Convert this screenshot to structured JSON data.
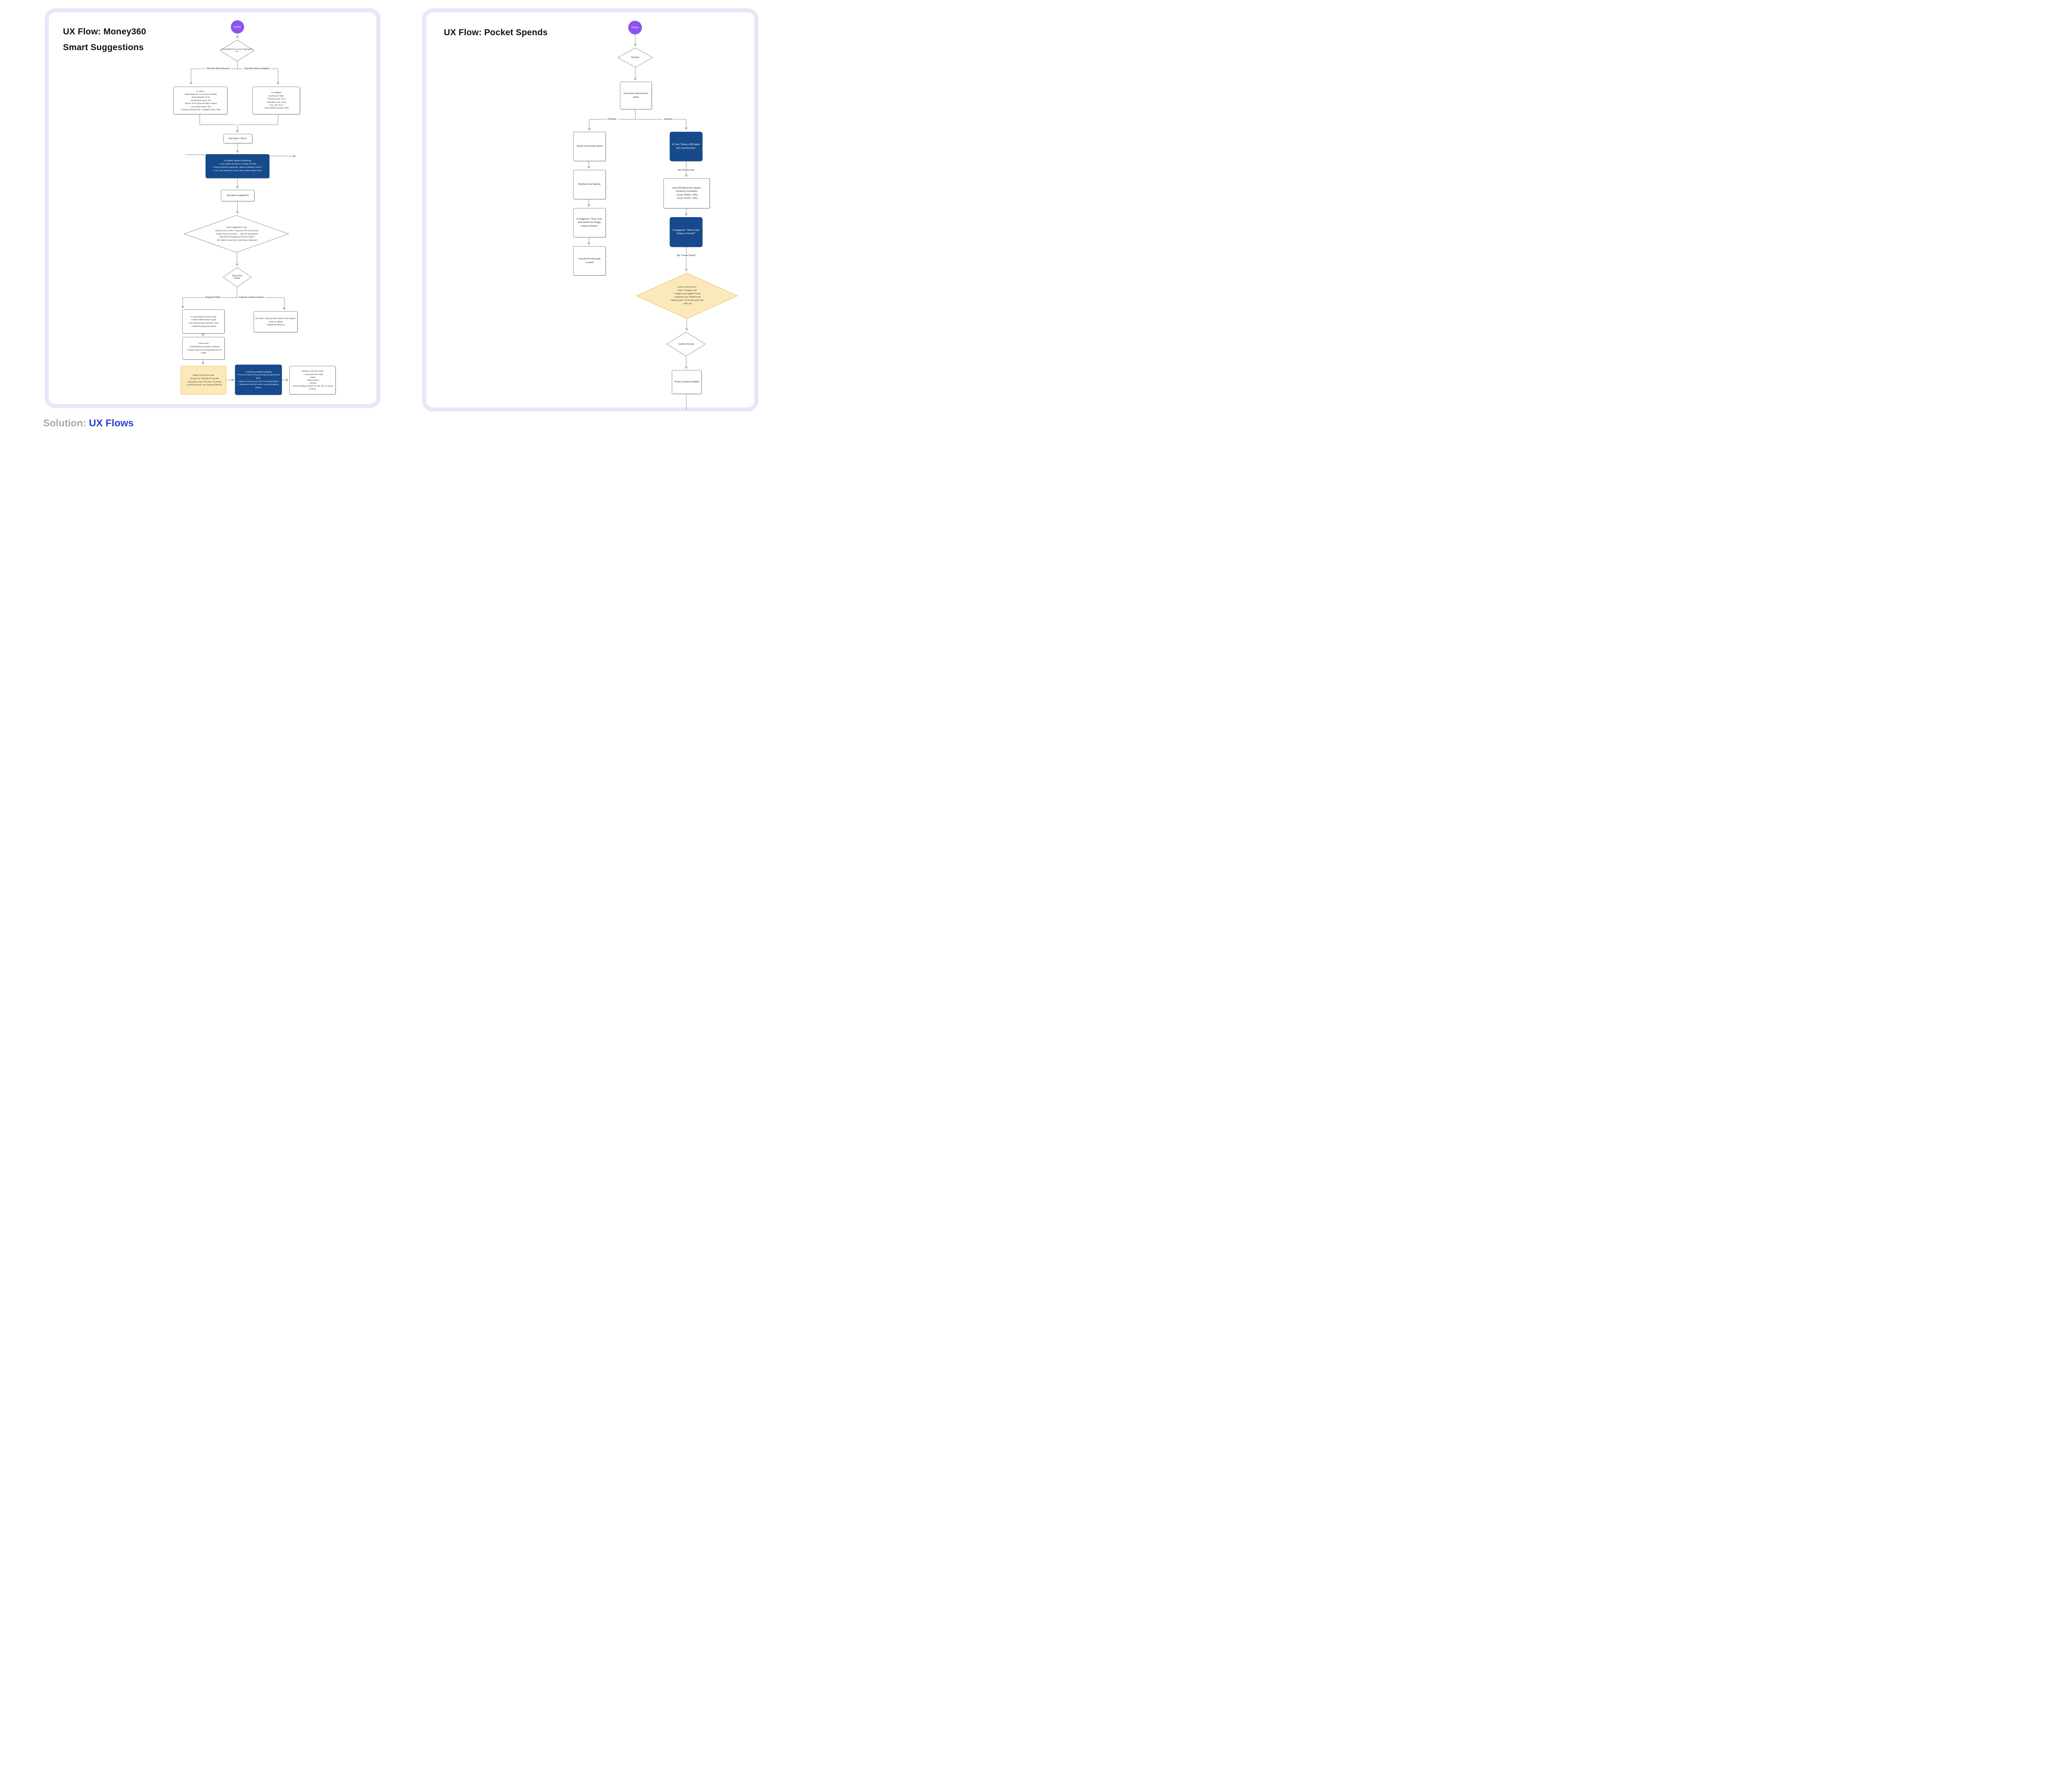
{
  "colors": {
    "navy": "#164A8C",
    "purple": "#8C53F3",
    "yellow_fill": "#FBE9BA",
    "yellow_border": "#E5BE54",
    "line_gray": "#8F8F8F",
    "card_border": "#E4E8F8",
    "solution_gray": "#A9A9A9",
    "solution_blue": "#2B3FD6"
  },
  "footer": {
    "label": "Solution:",
    "value": "UX Flows"
  },
  "left": {
    "title_line1": "UX Flow: Money360",
    "title_line2": "Smart Suggestions",
    "home": "Home",
    "aggregator": "Data pulled via Account Aggregator (AA",
    "edge_labels": {
      "assets": "Total Net Worth (Assets)",
      "liabilities": "Total Net Worth (Liabilities)",
      "integrated": "Integrated Option",
      "external": "External or Advisor-Based"
    },
    "assets_box": "▼ Assets\n- Bank Balances: ₹4.2L (from 3 banks)\n- Fixed Deposits: ₹1.5L\n- SIPs/Mutual Funds: ₹3L\n- Stocks: ₹2.8L (from Zerodha, Groww)\n- Car (market value): ₹5L\n- Property (manual entry + valuation APIs): ₹50L",
    "liabilities_box": "▼ Liabilities\nCredit Card: ₹80K\n- Personal Loan: ₹1.2L\n- Education Loan: ₹3.4L\n- Car Loan: ₹2.1L\n- Other Debts (manual): ₹50K",
    "net_worth": "Net Worth = ₹63.2L",
    "ai_insights": "AI Insights Appear (Contextual)\n• “Your credit card due is in 3 days: ₹7,800”\n• “Stock portfolio dropped 6%. Want to rebalance SIPs?”\n• “Your loan interest on Axis is 13%, better options exist”",
    "tap_explore": "Tap explore suggestions",
    "hub": "Smart Suggestions Hub\n- Switch Loan to HDFC InstaLoan (₹3.4L @ 10.5%)\n- Prepay ₹10K of car loan → save ₹2,100 interest\n- Auto-RD for Emergency Fund from idle ₹\n- SIP Switch: Move from Small Cap to Balanced",
    "tap_any": "Tap on Any Action",
    "in_app": "In-App Setup (via HDFC infra)\n• Create FD/RD linked to goal\n• SIP setup (if tied to goal like “Trip”)\n• Schedule prepayment (loan)",
    "info_card": "Info Card: “Call your RM to discuss SIP options”\n• Book a callback\n• WhatsApp follow-up",
    "action_done": "Action Done\n→ FD/RD/SIP/Loan prepay confirmed\n→ Tracked under the corresponding Goal in Gullak",
    "gullak": "Gullak Goal Tracker View\n→ Europe Trip: ₹35,000 / ₹1,50,000\n→ Emergency Fund: ₹75,000 / ₹1,00,000\n→ Child's Education: SIP ongoing (₹3K/mo)",
    "nudges": "AI Follow-up Nudges (Ongoing)\n• “You're on track to hit your Europe trip goal by Jan 2026”\n• “Want to increase your SIP to meet goal faster?”\n• “Spends are low this month, top up Emergency Fund?”",
    "optional": "Optional: Add More Goals\n→ via [Create New Goal]\n- Name\n- Target Amount\n- Timeline\n- Choose funding method: FD, RD, SIP, or manual tracking"
  },
  "right": {
    "title": "UX Flow: Pocket Spends",
    "home": "Home",
    "pockets": "Pockets",
    "user_learns": "User learns about how it works",
    "edge_labels": {
      "proactive": "Proactive",
      "reactive": "Reactive",
      "tap_review": "Tap “Review This”",
      "tap_create": "Tap “Create Pocket”"
    },
    "create_pocket": "Create new pocket spend",
    "monthly_food": "Monthly Food Spends",
    "ai_suggestion_left": "AI Suggestion: “Shall I auto-track spend from Swiggy, Zomato & Dining?”",
    "food_pocket_created": "A pocket for food gets created",
    "ai_card": "AI Card: “Dining is 28% higher than usual this week”",
    "spend_breakdown": "Spend Breakdown by Category\n(Sorted by % deviation)\n- Dining: ₹6200 (↑ 28%)\n- Travel: ₹1200 (↓ 20%)",
    "ai_suggestion_right": "AI Suggestion: “Want to track Dining in a Pocket?”",
    "pocket_setup": "Pocket Setup Screen\n- Name: “Swiggy Limit”\n- Category auto-tagged: Dining\n- Suggested cap: ₹4000/month\n- Optional goal: “Try to stay under ₹4K”\n- Color tag",
    "confirm_pocket": "Confirm Pocket",
    "pocket_created": "Pocket Created & Added"
  }
}
